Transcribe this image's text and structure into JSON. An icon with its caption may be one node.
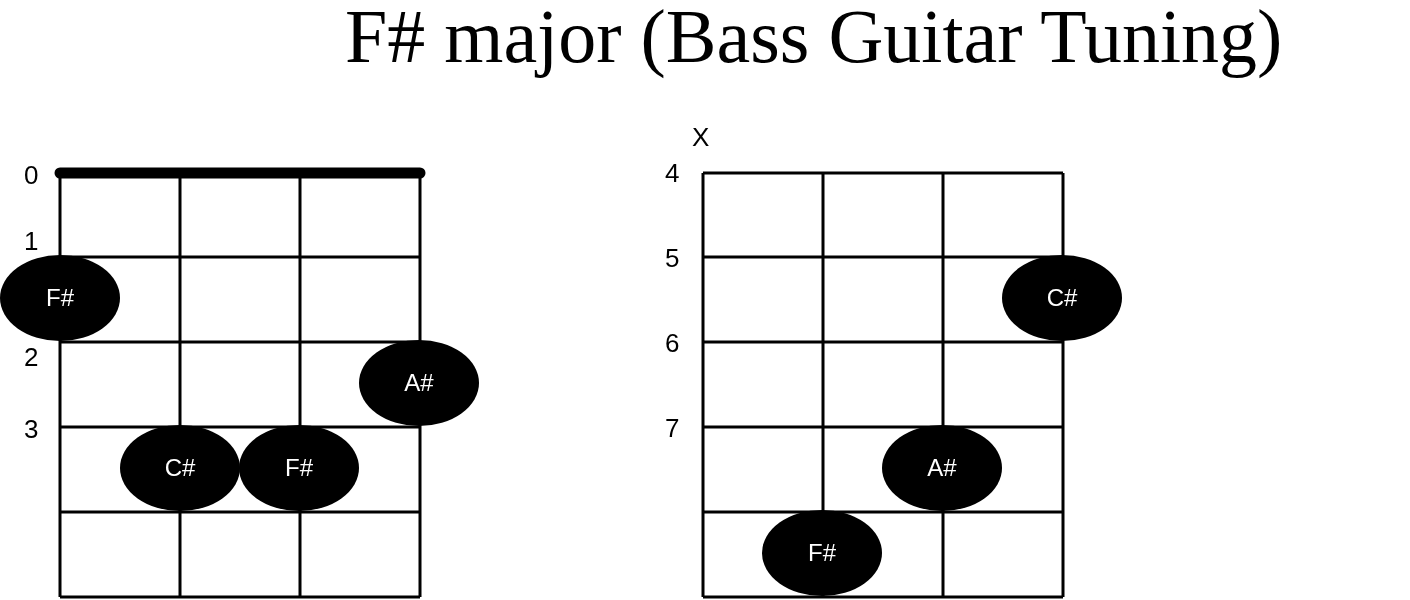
{
  "diagram": {
    "title": "F# major (Bass Guitar Tuning)",
    "nodes": [
      {
        "text": [
          "F#"
        ]
      },
      {
        "text": [
          "A#"
        ]
      },
      {
        "text": [
          "C#"
        ]
      },
      {
        "text": [
          "F#"
        ]
      },
      {
        "text": [
          "C#"
        ]
      },
      {
        "text": [
          "A#"
        ]
      },
      {
        "text": [
          "F#"
        ]
      }
    ],
    "edges": [],
    "labels": [
      "0",
      "1",
      "2",
      "3",
      "X",
      "4",
      "5",
      "6",
      "7"
    ]
  }
}
